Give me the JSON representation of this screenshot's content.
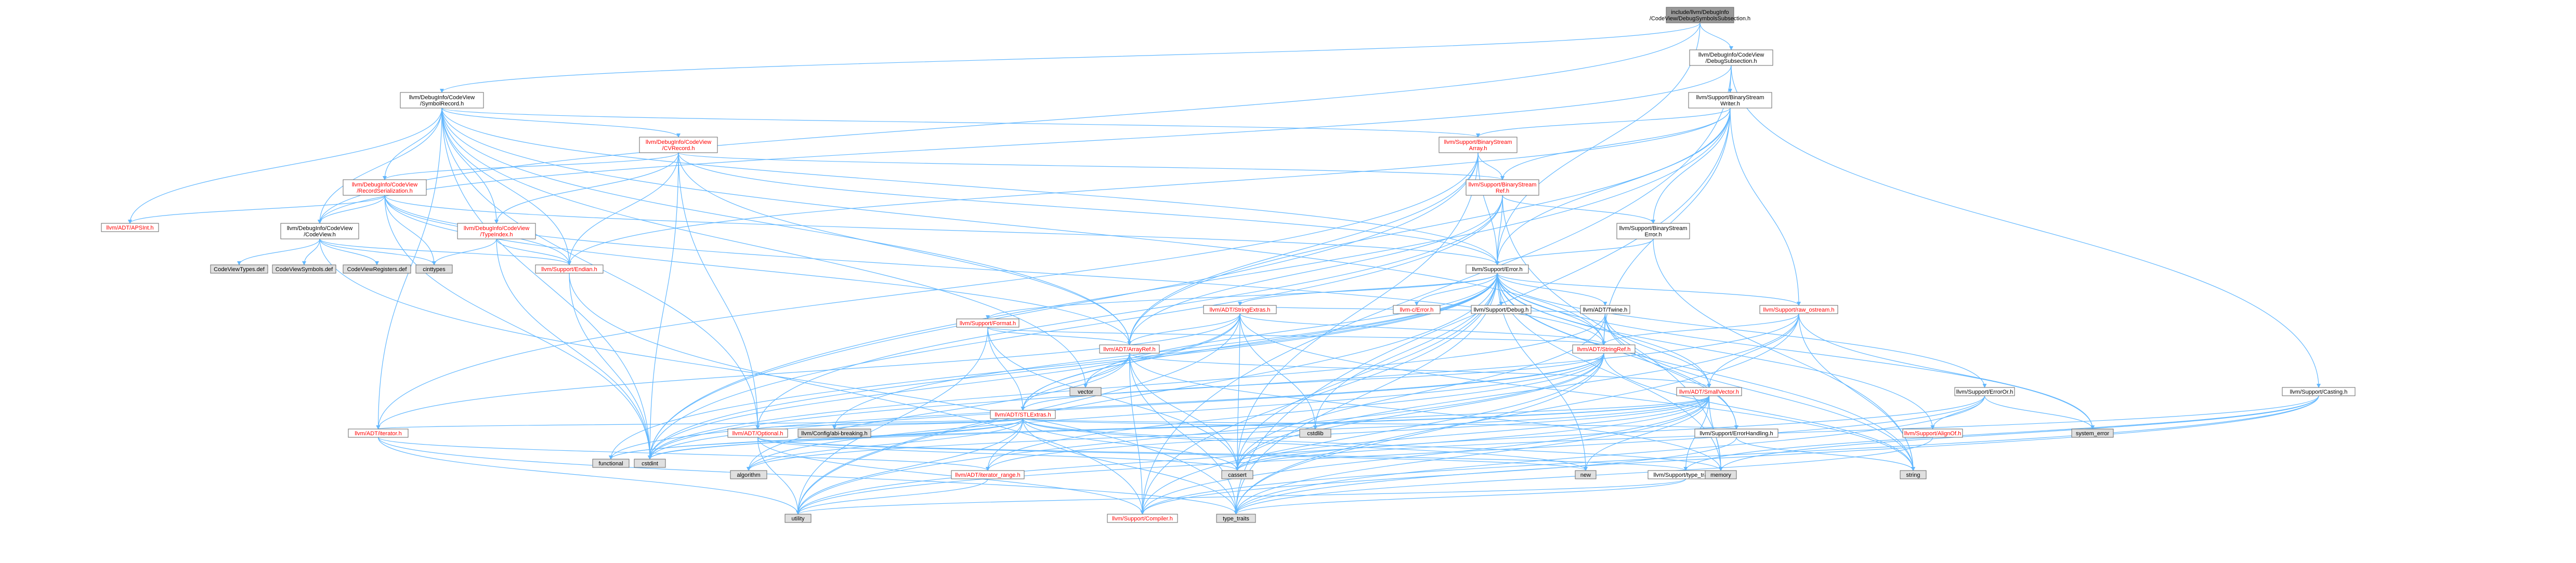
{
  "colors": {
    "edge": "#63b8ff",
    "edge_to_self_include": "#63b8ff",
    "node_fill": "#ffffff",
    "root_fill": "#999999",
    "external_fill": "#e0e0e0",
    "node_border": "#666666",
    "text": "#000000",
    "red_text": "#ff0000"
  },
  "nodes": [
    {
      "id": "root",
      "lines": [
        "include/llvm/DebugInfo",
        "/CodeView/DebugSymbolsSubsection.h"
      ],
      "kind": "root"
    },
    {
      "id": "debugsub",
      "lines": [
        "llvm/DebugInfo/CodeView",
        "/DebugSubsection.h"
      ],
      "kind": "normal"
    },
    {
      "id": "symrec",
      "lines": [
        "llvm/DebugInfo/CodeView",
        "/SymbolRecord.h"
      ],
      "kind": "normal"
    },
    {
      "id": "bswriter",
      "lines": [
        "llvm/Support/BinaryStream",
        "Writer.h"
      ],
      "kind": "normal"
    },
    {
      "id": "cvrecord",
      "lines": [
        "llvm/DebugInfo/CodeView",
        "/CVRecord.h"
      ],
      "kind": "red"
    },
    {
      "id": "bsarray",
      "lines": [
        "llvm/Support/BinaryStream",
        "Array.h"
      ],
      "kind": "red"
    },
    {
      "id": "recser",
      "lines": [
        "llvm/DebugInfo/CodeView",
        "/RecordSerialization.h"
      ],
      "kind": "red"
    },
    {
      "id": "bsref",
      "lines": [
        "llvm/Support/BinaryStream",
        "Ref.h"
      ],
      "kind": "red"
    },
    {
      "id": "apsint",
      "lines": [
        "llvm/ADT/APSInt.h"
      ],
      "kind": "red"
    },
    {
      "id": "codeview",
      "lines": [
        "llvm/DebugInfo/CodeView",
        "/CodeView.h"
      ],
      "kind": "normal"
    },
    {
      "id": "typeindex",
      "lines": [
        "llvm/DebugInfo/CodeView",
        "/TypeIndex.h"
      ],
      "kind": "red"
    },
    {
      "id": "bserror",
      "lines": [
        "llvm/Support/BinaryStream",
        "Error.h"
      ],
      "kind": "normal"
    },
    {
      "id": "cvtypes",
      "lines": [
        "CodeViewTypes.def"
      ],
      "kind": "external"
    },
    {
      "id": "cvsymbols",
      "lines": [
        "CodeViewSymbols.def"
      ],
      "kind": "external"
    },
    {
      "id": "cvregisters",
      "lines": [
        "CodeViewRegisters.def"
      ],
      "kind": "external"
    },
    {
      "id": "cinttypes",
      "lines": [
        "cinttypes"
      ],
      "kind": "external"
    },
    {
      "id": "endian",
      "lines": [
        "llvm/Support/Endian.h"
      ],
      "kind": "red"
    },
    {
      "id": "error",
      "lines": [
        "llvm/Support/Error.h"
      ],
      "kind": "normal"
    },
    {
      "id": "stringextras",
      "lines": [
        "llvm/ADT/StringExtras.h"
      ],
      "kind": "red"
    },
    {
      "id": "cerror",
      "lines": [
        "llvm-c/Error.h"
      ],
      "kind": "red"
    },
    {
      "id": "debug",
      "lines": [
        "llvm/Support/Debug.h"
      ],
      "kind": "normal"
    },
    {
      "id": "twine",
      "lines": [
        "llvm/ADT/Twine.h"
      ],
      "kind": "normal"
    },
    {
      "id": "rawostream",
      "lines": [
        "llvm/Support/raw_ostream.h"
      ],
      "kind": "red"
    },
    {
      "id": "format",
      "lines": [
        "llvm/Support/Format.h"
      ],
      "kind": "red"
    },
    {
      "id": "arrayref",
      "lines": [
        "llvm/ADT/ArrayRef.h"
      ],
      "kind": "red"
    },
    {
      "id": "stringref",
      "lines": [
        "llvm/ADT/StringRef.h"
      ],
      "kind": "red"
    },
    {
      "id": "smallvector",
      "lines": [
        "llvm/ADT/SmallVector.h"
      ],
      "kind": "red"
    },
    {
      "id": "erroror",
      "lines": [
        "llvm/Support/ErrorOr.h"
      ],
      "kind": "normal"
    },
    {
      "id": "casting",
      "lines": [
        "llvm/Support/Casting.h"
      ],
      "kind": "normal"
    },
    {
      "id": "vector",
      "lines": [
        "vector"
      ],
      "kind": "external"
    },
    {
      "id": "stlextras",
      "lines": [
        "llvm/ADT/STLExtras.h"
      ],
      "kind": "red"
    },
    {
      "id": "iterator",
      "lines": [
        "llvm/ADT/iterator.h"
      ],
      "kind": "red"
    },
    {
      "id": "optional",
      "lines": [
        "llvm/ADT/Optional.h"
      ],
      "kind": "red"
    },
    {
      "id": "configbreaking",
      "lines": [
        "llvm/Config/abi-breaking.h"
      ],
      "kind": "external"
    },
    {
      "id": "cstdlib",
      "lines": [
        "cstdlib"
      ],
      "kind": "external"
    },
    {
      "id": "errorhandling",
      "lines": [
        "llvm/Support/ErrorHandling.h"
      ],
      "kind": "normal"
    },
    {
      "id": "aligntof",
      "lines": [
        "llvm/Support/AlignOf.h"
      ],
      "kind": "red"
    },
    {
      "id": "systemerror",
      "lines": [
        "system_error"
      ],
      "kind": "external"
    },
    {
      "id": "functional",
      "lines": [
        "functional"
      ],
      "kind": "external"
    },
    {
      "id": "cstdint",
      "lines": [
        "cstdint"
      ],
      "kind": "external"
    },
    {
      "id": "iterrange",
      "lines": [
        "llvm/ADT/iterator_range.h"
      ],
      "kind": "red"
    },
    {
      "id": "algorithm",
      "lines": [
        "algorithm"
      ],
      "kind": "external"
    },
    {
      "id": "cassert",
      "lines": [
        "cassert"
      ],
      "kind": "external"
    },
    {
      "id": "new",
      "lines": [
        "new"
      ],
      "kind": "external"
    },
    {
      "id": "typetraits_h",
      "lines": [
        "llvm/Support/type_traits.h"
      ],
      "kind": "normal"
    },
    {
      "id": "memory",
      "lines": [
        "memory"
      ],
      "kind": "external"
    },
    {
      "id": "string",
      "lines": [
        "string"
      ],
      "kind": "external"
    },
    {
      "id": "utility",
      "lines": [
        "utility"
      ],
      "kind": "external"
    },
    {
      "id": "compiler",
      "lines": [
        "llvm/Support/Compiler.h"
      ],
      "kind": "red"
    },
    {
      "id": "typetraits",
      "lines": [
        "type_traits"
      ],
      "kind": "external"
    }
  ],
  "edges": [
    [
      "root",
      "debugsub"
    ],
    [
      "root",
      "symrec"
    ],
    [
      "root",
      "codeview"
    ],
    [
      "root",
      "error"
    ],
    [
      "debugsub",
      "bswriter"
    ],
    [
      "debugsub",
      "codeview"
    ],
    [
      "debugsub",
      "casting"
    ],
    [
      "debugsub",
      "compiler"
    ],
    [
      "symrec",
      "cvrecord"
    ],
    [
      "symrec",
      "recser"
    ],
    [
      "symrec",
      "bsarray"
    ],
    [
      "symrec",
      "apsint"
    ],
    [
      "symrec",
      "codeview"
    ],
    [
      "symrec",
      "typeindex"
    ],
    [
      "symrec",
      "endian"
    ],
    [
      "symrec",
      "arrayref"
    ],
    [
      "symrec",
      "optional"
    ],
    [
      "symrec",
      "iterator"
    ],
    [
      "symrec",
      "stringref"
    ],
    [
      "symrec",
      "cstdint"
    ],
    [
      "symrec",
      "vector"
    ],
    [
      "symrec",
      "error"
    ],
    [
      "bswriter",
      "bsarray"
    ],
    [
      "bswriter",
      "bsref"
    ],
    [
      "bswriter",
      "bserror"
    ],
    [
      "bswriter",
      "arrayref"
    ],
    [
      "bswriter",
      "stringref"
    ],
    [
      "bswriter",
      "endian"
    ],
    [
      "bswriter",
      "error"
    ],
    [
      "bswriter",
      "cstdint"
    ],
    [
      "bswriter",
      "rawostream"
    ],
    [
      "bswriter",
      "typetraits"
    ],
    [
      "cvrecord",
      "recser"
    ],
    [
      "cvrecord",
      "typeindex"
    ],
    [
      "cvrecord",
      "bsref"
    ],
    [
      "cvrecord",
      "endian"
    ],
    [
      "cvrecord",
      "optional"
    ],
    [
      "cvrecord",
      "arrayref"
    ],
    [
      "cvrecord",
      "error"
    ],
    [
      "cvrecord",
      "cstdint"
    ],
    [
      "bsarray",
      "bsref"
    ],
    [
      "bsarray",
      "error"
    ],
    [
      "bsarray",
      "arrayref"
    ],
    [
      "bsarray",
      "iterator"
    ],
    [
      "bsarray",
      "cassert"
    ],
    [
      "bsarray",
      "cstdint"
    ],
    [
      "recser",
      "apsint"
    ],
    [
      "recser",
      "codeview"
    ],
    [
      "recser",
      "endian"
    ],
    [
      "recser",
      "arrayref"
    ],
    [
      "recser",
      "stringref"
    ],
    [
      "recser",
      "error"
    ],
    [
      "recser",
      "cinttypes"
    ],
    [
      "recser",
      "cstdint"
    ],
    [
      "bsref",
      "bserror"
    ],
    [
      "bsref",
      "arrayref"
    ],
    [
      "bsref",
      "error"
    ],
    [
      "bsref",
      "cstdint"
    ],
    [
      "bsref",
      "memory"
    ],
    [
      "bsref",
      "optional"
    ],
    [
      "codeview",
      "cvtypes"
    ],
    [
      "codeview",
      "cvsymbols"
    ],
    [
      "codeview",
      "cvregisters"
    ],
    [
      "codeview",
      "cinttypes"
    ],
    [
      "codeview",
      "endian"
    ],
    [
      "codeview",
      "typetraits"
    ],
    [
      "typeindex",
      "endian"
    ],
    [
      "typeindex",
      "cinttypes"
    ],
    [
      "typeindex",
      "cstdint"
    ],
    [
      "bserror",
      "error"
    ],
    [
      "bserror",
      "string"
    ],
    [
      "endian",
      "compiler"
    ],
    [
      "endian",
      "cstdint"
    ],
    [
      "endian",
      "type_traits_dummy"
    ],
    [
      "error",
      "stringextras"
    ],
    [
      "error",
      "cerror"
    ],
    [
      "error",
      "debug"
    ],
    [
      "error",
      "twine"
    ],
    [
      "error",
      "rawostream"
    ],
    [
      "error",
      "format"
    ],
    [
      "error",
      "stringref"
    ],
    [
      "error",
      "smallvector"
    ],
    [
      "error",
      "erroror"
    ],
    [
      "error",
      "aligntof"
    ],
    [
      "error",
      "errorhandling"
    ],
    [
      "error",
      "systemerror"
    ],
    [
      "error",
      "functional"
    ],
    [
      "error",
      "cstdint"
    ],
    [
      "error",
      "cassert"
    ],
    [
      "error",
      "memory"
    ],
    [
      "error",
      "new"
    ],
    [
      "error",
      "string"
    ],
    [
      "error",
      "utility"
    ],
    [
      "error",
      "vector"
    ],
    [
      "error",
      "cstdlib"
    ],
    [
      "error",
      "typetraits"
    ],
    [
      "error",
      "compiler"
    ],
    [
      "error",
      "stlextras"
    ],
    [
      "error",
      "configbreaking"
    ],
    [
      "stringextras",
      "arrayref"
    ],
    [
      "stringextras",
      "stringref"
    ],
    [
      "stringextras",
      "twine"
    ],
    [
      "stringextras",
      "stlextras"
    ],
    [
      "stringextras",
      "cstdlib"
    ],
    [
      "stringextras",
      "cassert"
    ],
    [
      "stringextras",
      "string"
    ],
    [
      "stringextras",
      "utility"
    ],
    [
      "stringextras",
      "iterator"
    ],
    [
      "stringextras",
      "cstdint"
    ],
    [
      "twine",
      "smallvector"
    ],
    [
      "twine",
      "stringref"
    ],
    [
      "twine",
      "errorhandling"
    ],
    [
      "twine",
      "cassert"
    ],
    [
      "twine",
      "cstdint"
    ],
    [
      "twine",
      "string"
    ],
    [
      "rawostream",
      "stringref"
    ],
    [
      "rawostream",
      "smallvector"
    ],
    [
      "rawostream",
      "cassert"
    ],
    [
      "rawostream",
      "cstdint"
    ],
    [
      "rawostream",
      "string"
    ],
    [
      "rawostream",
      "systemerror"
    ],
    [
      "rawostream",
      "typetraits"
    ],
    [
      "format",
      "arrayref"
    ],
    [
      "format",
      "stlextras"
    ],
    [
      "format",
      "stringref"
    ],
    [
      "format",
      "cassert"
    ],
    [
      "format",
      "utility"
    ],
    [
      "arrayref",
      "stlextras"
    ],
    [
      "arrayref",
      "smallvector"
    ],
    [
      "arrayref",
      "compiler"
    ],
    [
      "arrayref",
      "algorithm"
    ],
    [
      "arrayref",
      "cassert"
    ],
    [
      "arrayref",
      "vector"
    ],
    [
      "arrayref",
      "memory"
    ],
    [
      "arrayref",
      "typetraits"
    ],
    [
      "stringref",
      "stlextras"
    ],
    [
      "stringref",
      "iterrange"
    ],
    [
      "stringref",
      "compiler"
    ],
    [
      "stringref",
      "algorithm"
    ],
    [
      "stringref",
      "cassert"
    ],
    [
      "stringref",
      "string"
    ],
    [
      "stringref",
      "utility"
    ],
    [
      "stringref",
      "typetraits"
    ],
    [
      "stringref",
      "functional"
    ],
    [
      "stringref",
      "cstdint"
    ],
    [
      "smallvector",
      "compiler"
    ],
    [
      "smallvector",
      "typetraits_h"
    ],
    [
      "smallvector",
      "algorithm"
    ],
    [
      "smallvector",
      "cassert"
    ],
    [
      "smallvector",
      "cstdlib"
    ],
    [
      "smallvector",
      "functional"
    ],
    [
      "smallvector",
      "memory"
    ],
    [
      "smallvector",
      "new"
    ],
    [
      "smallvector",
      "utility"
    ],
    [
      "smallvector",
      "typetraits"
    ],
    [
      "smallvector",
      "cstdint"
    ],
    [
      "smallvector",
      "iterrange"
    ],
    [
      "erroror",
      "aligntof"
    ],
    [
      "erroror",
      "cassert"
    ],
    [
      "erroror",
      "systemerror"
    ],
    [
      "erroror",
      "typetraits"
    ],
    [
      "erroror",
      "utility"
    ],
    [
      "casting",
      "compiler"
    ],
    [
      "casting",
      "typetraits_h"
    ],
    [
      "casting",
      "cassert"
    ],
    [
      "casting",
      "memory"
    ],
    [
      "casting",
      "typetraits"
    ],
    [
      "stlextras",
      "iterator"
    ],
    [
      "stlextras",
      "optional"
    ],
    [
      "stlextras",
      "iterrange"
    ],
    [
      "stlextras",
      "configbreaking"
    ],
    [
      "stlextras",
      "errorhandling"
    ],
    [
      "stlextras",
      "algorithm"
    ],
    [
      "stlextras",
      "cassert"
    ],
    [
      "stlextras",
      "cstdint"
    ],
    [
      "stlextras",
      "cstdlib"
    ],
    [
      "stlextras",
      "functional"
    ],
    [
      "stlextras",
      "memory"
    ],
    [
      "stlextras",
      "utility"
    ],
    [
      "stlextras",
      "typetraits"
    ],
    [
      "stlextras",
      "new"
    ],
    [
      "iterator",
      "iterrange"
    ],
    [
      "iterator",
      "utility"
    ],
    [
      "iterator",
      "typetraits"
    ],
    [
      "optional",
      "compiler"
    ],
    [
      "optional",
      "typetraits_h"
    ],
    [
      "optional",
      "cassert"
    ],
    [
      "optional",
      "new"
    ],
    [
      "optional",
      "utility"
    ],
    [
      "errorhandling",
      "compiler"
    ],
    [
      "errorhandling",
      "string"
    ],
    [
      "aligntof",
      "typetraits"
    ],
    [
      "iterrange",
      "utility"
    ],
    [
      "typetraits_h",
      "utility"
    ],
    [
      "typetraits_h",
      "typetraits"
    ]
  ]
}
